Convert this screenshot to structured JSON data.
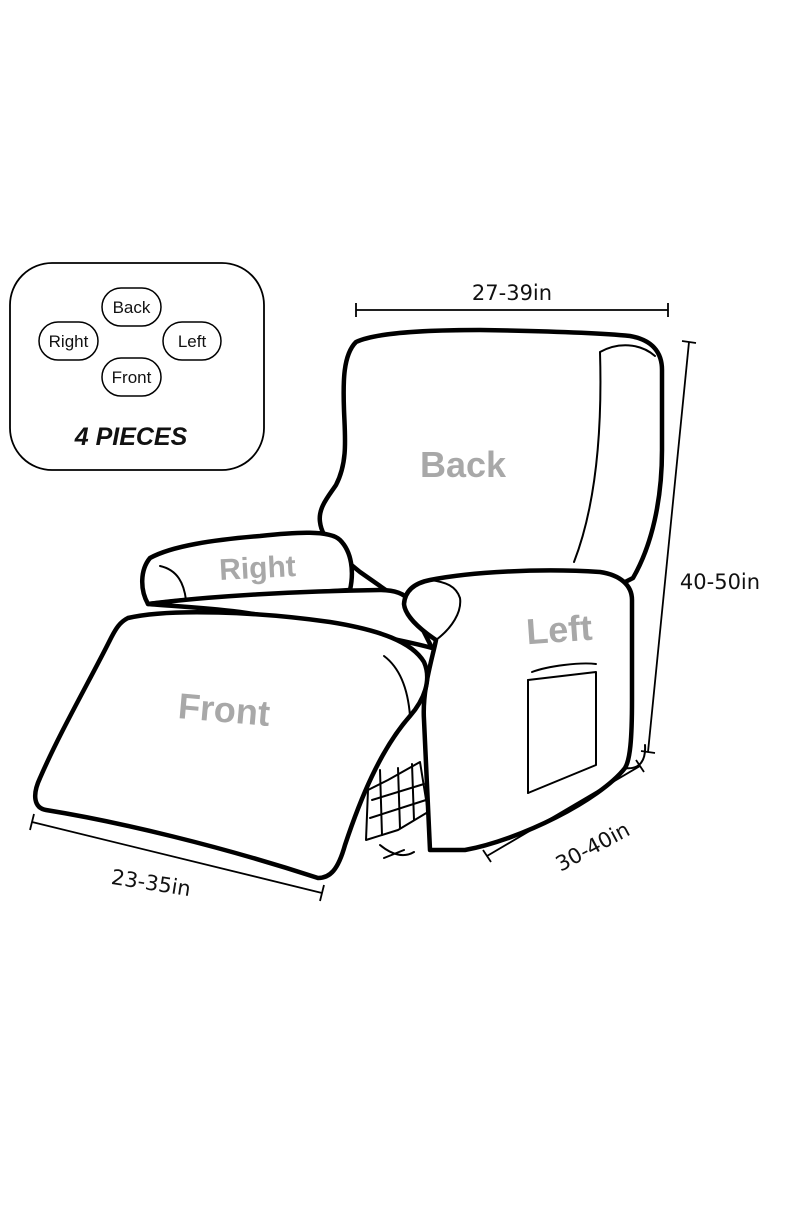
{
  "legend": {
    "pieces": [
      "Back",
      "Right",
      "Left",
      "Front"
    ],
    "count_label": "4 PIECES"
  },
  "parts": {
    "back": "Back",
    "right": "Right",
    "left": "Left",
    "front": "Front"
  },
  "dimensions": {
    "top_width": "27-39in",
    "height": "40-50in",
    "depth": "30-40in",
    "front_width": "23-35in"
  },
  "colors": {
    "outline": "#000000",
    "part_label": "#a8a8a8",
    "background": "#ffffff"
  }
}
